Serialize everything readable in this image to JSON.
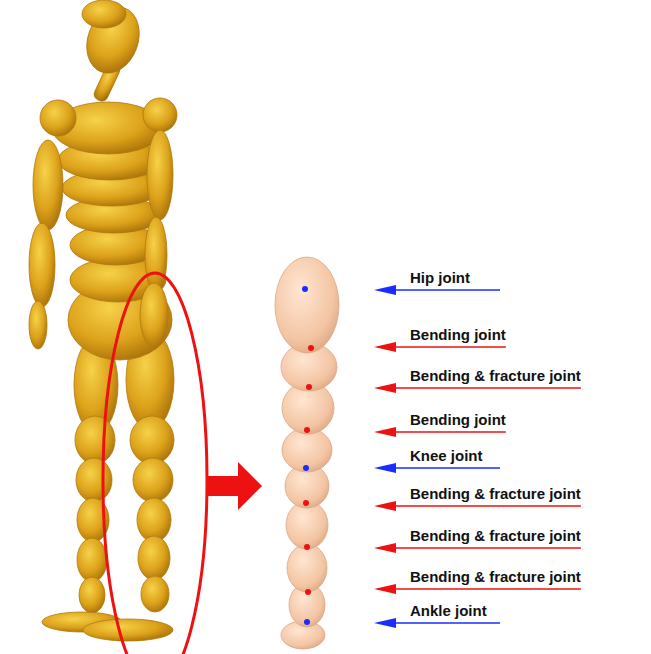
{
  "diagram": {
    "labels": [
      "Hip joint",
      "Bending joint",
      "Bending & fracture joint",
      "Bending joint",
      "Knee joint",
      "Bending & fracture joint",
      "Bending & fracture joint",
      "Bending & fracture joint",
      "Ankle joint"
    ]
  }
}
